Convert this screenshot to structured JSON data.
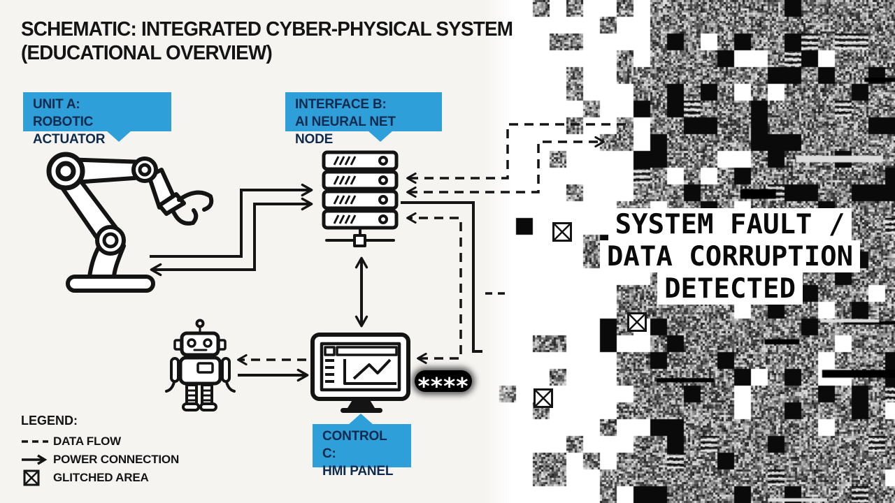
{
  "title": {
    "line1": "SCHEMATIC: INTEGRATED CYBER-PHYSICAL SYSTEM",
    "line2": "(EDUCATIONAL OVERVIEW)"
  },
  "callouts": {
    "unit_a": {
      "line1": "UNIT A:",
      "line2": "ROBOTIC ACTUATOR"
    },
    "interface_b": {
      "line1": "INTERFACE B:",
      "line2": "AI NEURAL NET NODE"
    },
    "control_c": {
      "line1": "CONTROL C:",
      "line2": "HMI PANEL"
    }
  },
  "legend": {
    "heading": "LEGEND:",
    "items": [
      {
        "symbol": "dashed-line-icon",
        "label": "DATA FLOW"
      },
      {
        "symbol": "arrow-icon",
        "label": "POWER CONNECTION"
      },
      {
        "symbol": "crossed-box-icon",
        "label": "GLITCHED AREA"
      }
    ]
  },
  "fault_overlay": {
    "line1": "SYSTEM FAULT /",
    "line2": "DATA CORRUPTION",
    "line3": "DETECTED"
  },
  "password_mask": {
    "value": "****"
  },
  "colors": {
    "accent_blue": "#2E9FD8",
    "callout_text": "#0E2A4E",
    "ink": "#141414",
    "page_bg": "#F5F4F1",
    "fault_text": "#0A0A0A",
    "fault_bg": "#FFFFFF"
  }
}
